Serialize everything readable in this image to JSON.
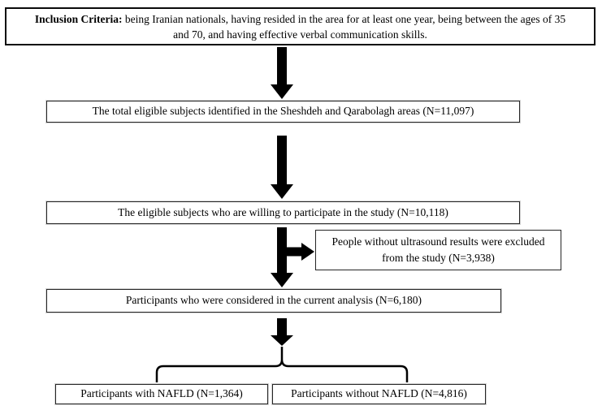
{
  "figure": {
    "type": "flowchart",
    "background_color": "#ffffff",
    "box_border_color": "#252525",
    "arrow_color": "#000000",
    "text_color": "#000000"
  },
  "boxes": {
    "inclusion": {
      "heading": "Inclusion Criteria:",
      "line1_rest": " being Iranian nationals, having resided in the area for at least one year, being between the ages of 35",
      "line2": "and 70, and having effective verbal communication skills."
    },
    "eligible_total": {
      "label": "The total eligible subjects identified in the Sheshdeh and Qarabolagh areas (N=11,097)",
      "n": "11,097"
    },
    "willing": {
      "label": "The eligible subjects who are willing to participate in the study (N=10,118)",
      "n": "10,118"
    },
    "excluded": {
      "line1": "People without ultrasound results were excluded",
      "line2": "from the study (N=3,938)",
      "n": "3,938"
    },
    "analyzed": {
      "label": "Participants who were considered in the current analysis (N=6,180)",
      "n": "6,180"
    },
    "nafld": {
      "label": "Participants with NAFLD (N=1,364)",
      "n": "1,364"
    },
    "no_nafld": {
      "label": "Participants without NAFLD (N=4,816)",
      "n": "4,816"
    }
  }
}
